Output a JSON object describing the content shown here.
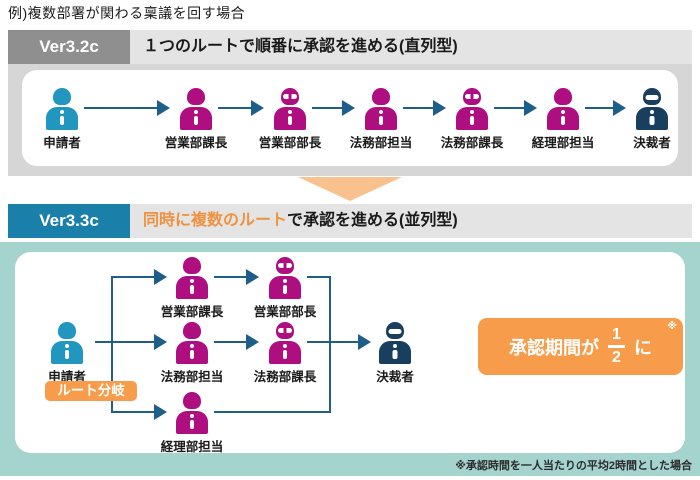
{
  "page": {
    "title": "例)複数部署が関わる稟議を回す場合"
  },
  "colors": {
    "applicant_blue": "#2196BE",
    "staff_magenta": "#AE0E7F",
    "approver_navy": "#193F5E",
    "arrow_blue": "#1E5F8A",
    "accent_orange": "#F79C4B",
    "highlight_orange_text": "#F0913F",
    "divider_orange_light": "#F8C18D",
    "panel_gray": "#D6D6D6",
    "header_strip_gray": "#E4E4E4",
    "badge_gray": "#8F8F8F",
    "badge_teal": "#1A80AA",
    "teal_panel": "#A5D3CE"
  },
  "serial": {
    "version": "Ver3.2c",
    "heading": "１つのルートで順番に承認を進める(直列型)",
    "members": [
      {
        "label": "申請者",
        "icon": "person-applicant-icon"
      },
      {
        "label": "営業部課長",
        "icon": "person-staff-icon"
      },
      {
        "label": "営業部部長",
        "icon": "person-manager-icon"
      },
      {
        "label": "法務部担当",
        "icon": "person-staff-icon"
      },
      {
        "label": "法務部課長",
        "icon": "person-manager-icon"
      },
      {
        "label": "経理部担当",
        "icon": "person-staff-icon"
      },
      {
        "label": "決裁者",
        "icon": "person-approver-icon"
      }
    ]
  },
  "parallel": {
    "version": "Ver3.3c",
    "heading_highlight": "同時に複数のルート",
    "heading_rest": "で承認を進める(並列型)",
    "applicant": "申請者",
    "branch_badge": "ルート分岐",
    "routes": {
      "sales": [
        "営業部課長",
        "営業部部長"
      ],
      "legal": [
        "法務部担当",
        "法務部課長"
      ],
      "accounting": [
        "経理部担当"
      ]
    },
    "approver": "決裁者",
    "result": {
      "prefix": "承認期間が",
      "numerator": "1",
      "denominator": "2",
      "suffix": "に",
      "ref_mark": "※"
    },
    "footnote": "※承認時間を一人当たりの平均2時間とした場合"
  }
}
